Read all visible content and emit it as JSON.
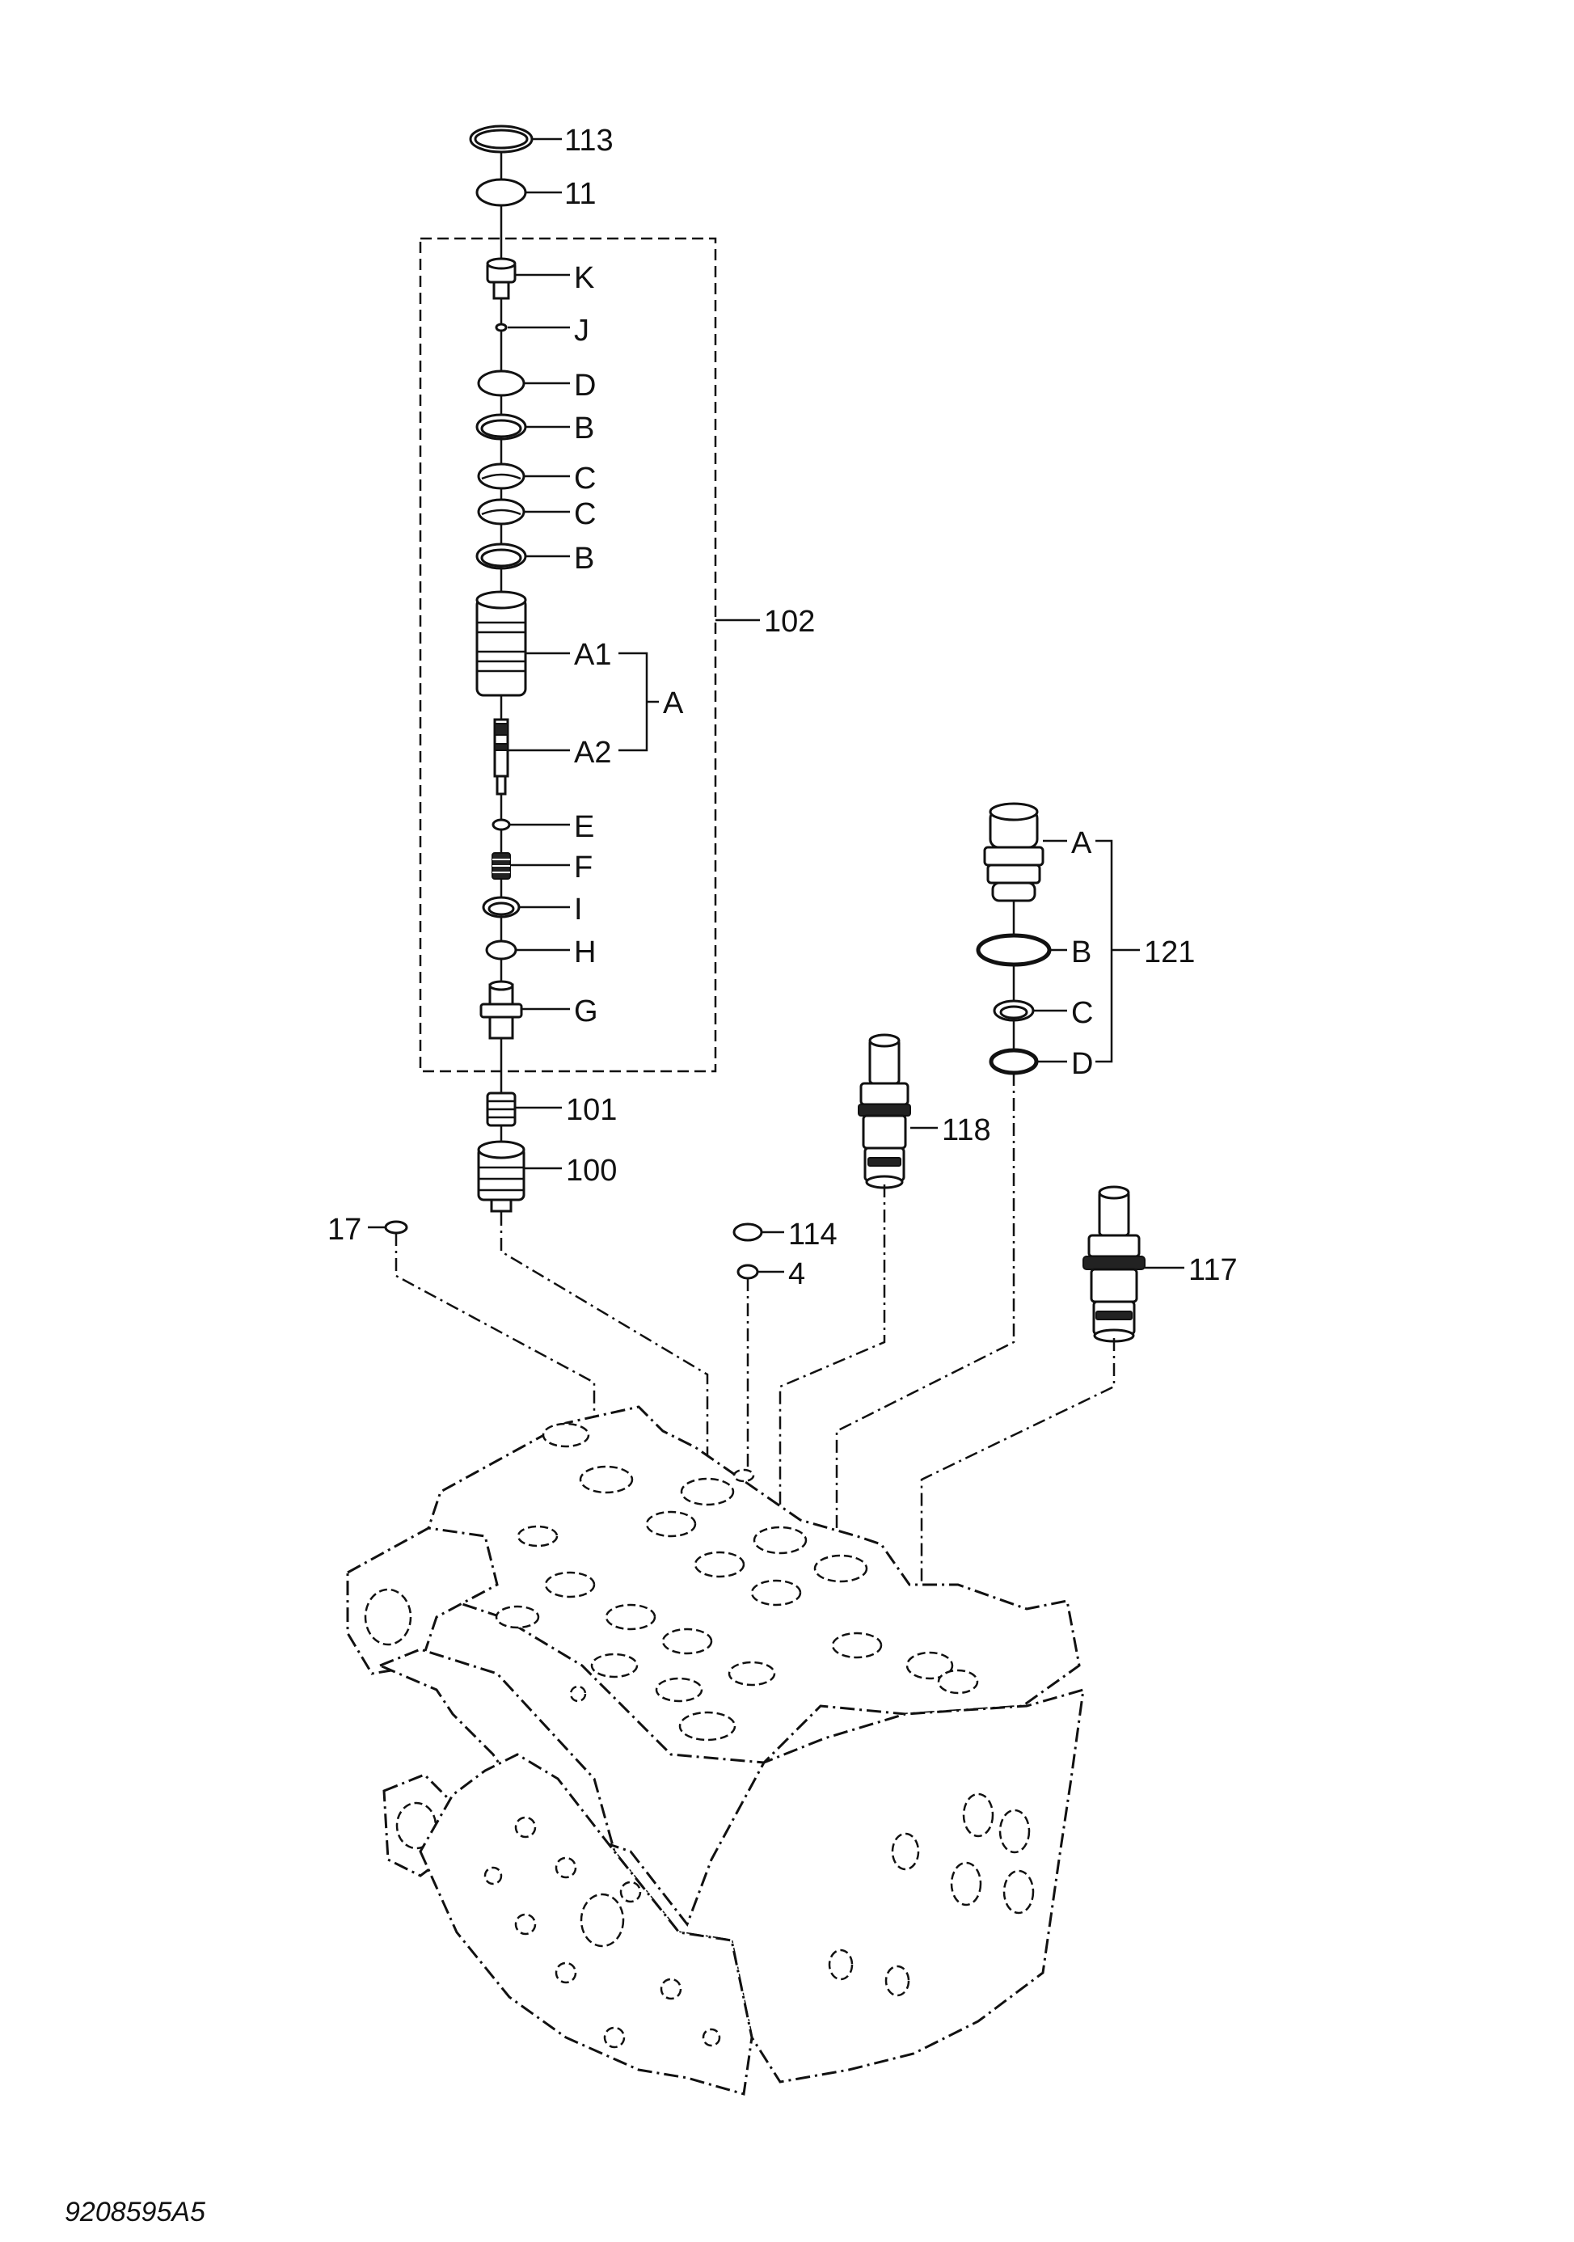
{
  "figure_id": "9208595A5",
  "labels": {
    "p113": "113",
    "p11": "11",
    "pK": "K",
    "pJ": "J",
    "pD1": "D",
    "pB1": "B",
    "pC1": "C",
    "pC2": "C",
    "pB2": "B",
    "pA1": "A1",
    "pA2": "A2",
    "pA": "A",
    "p102": "102",
    "pE": "E",
    "pF": "F",
    "pI": "I",
    "pH": "H",
    "pG": "G",
    "p101": "101",
    "p100": "100",
    "p17": "17",
    "p114": "114",
    "p4": "4",
    "p118": "118",
    "p117": "117",
    "rA": "A",
    "rB": "B",
    "rC": "C",
    "rD": "D",
    "p121": "121"
  }
}
